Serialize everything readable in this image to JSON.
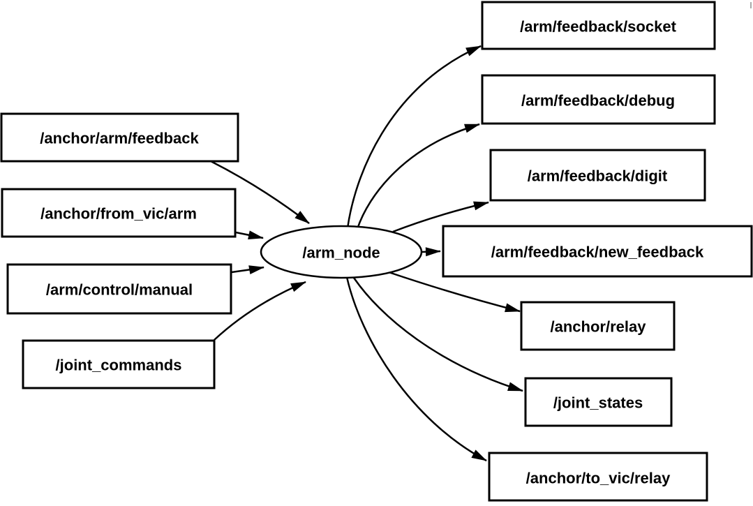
{
  "graph": {
    "node": {
      "label": "/arm_node"
    },
    "inputs": [
      {
        "label": "/anchor/arm/feedback"
      },
      {
        "label": "/anchor/from_vic/arm"
      },
      {
        "label": "/arm/control/manual"
      },
      {
        "label": "/joint_commands"
      }
    ],
    "outputs": [
      {
        "label": "/arm/feedback/socket"
      },
      {
        "label": "/arm/feedback/debug"
      },
      {
        "label": "/arm/feedback/digit"
      },
      {
        "label": "/arm/feedback/new_feedback"
      },
      {
        "label": "/anchor/relay"
      },
      {
        "label": "/joint_states"
      },
      {
        "label": "/anchor/to_vic/relay"
      }
    ],
    "colors": {
      "background": "#ffffff",
      "stroke": "#000000",
      "text": "#000000"
    }
  }
}
